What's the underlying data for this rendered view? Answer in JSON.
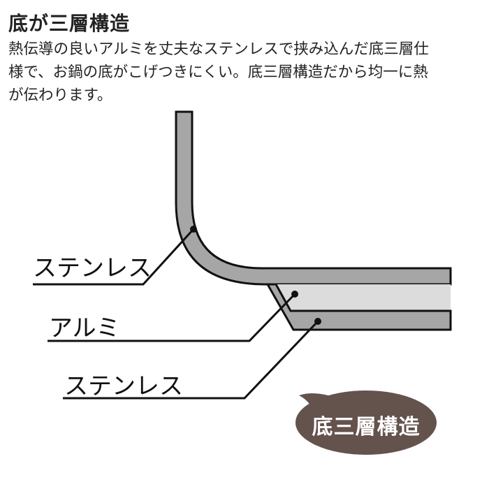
{
  "title": "底が三層構造",
  "description_lines": [
    "熱伝導の良いアルミを丈夫なステンレスで挟み込んだ底三層仕",
    "様で、お鍋の底がこげつきにくい。底三層構造だから均一に熱",
    "が伝わります。"
  ],
  "diagram": {
    "labels": {
      "stainless_top": "ステンレス",
      "aluminum": "アルミ",
      "stainless_bottom": "ステンレス"
    },
    "bubble_text": "底三層構造",
    "colors": {
      "stainless": "#a6a6a6",
      "aluminum": "#dcdcdc",
      "bubble": "#64524d"
    }
  }
}
